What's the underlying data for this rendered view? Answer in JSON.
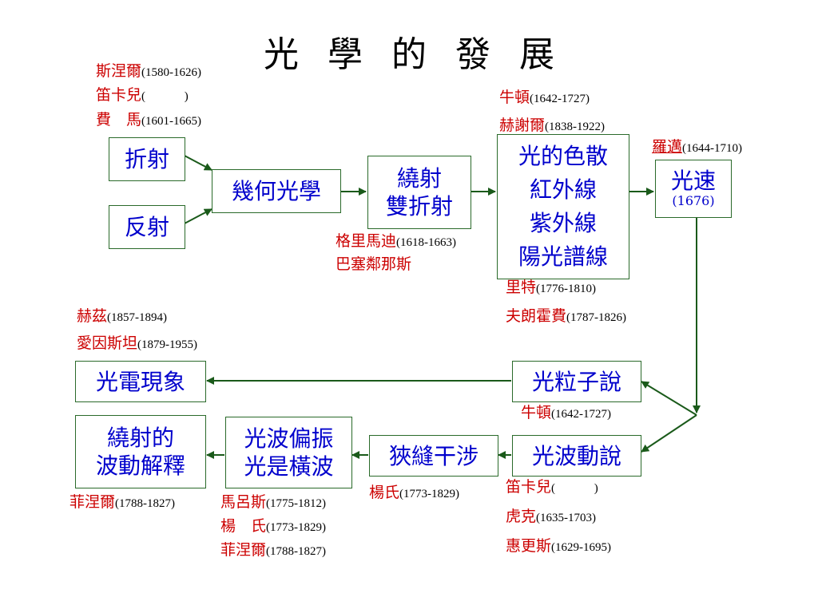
{
  "title": [
    "光",
    "學",
    "的",
    "發",
    "展"
  ],
  "boxes": {
    "refraction": "折射",
    "reflection": "反射",
    "geometric_optics": "幾何光學",
    "diffraction": [
      "繞射",
      "雙折射"
    ],
    "dispersion": [
      "光的色散",
      "紅外線",
      "紫外線",
      "陽光譜線"
    ],
    "light_speed": {
      "label": "光速",
      "year": "(1676)"
    },
    "particle_theory": "光粒子說",
    "photoelectric": "光電現象",
    "wave_theory": "光波動說",
    "slit_interference": "狹縫干涉",
    "polarization": [
      "光波偏振",
      "光是橫波"
    ],
    "diffraction_wave": [
      "繞射的",
      "波動解釋"
    ]
  },
  "people": {
    "snell": {
      "name": "斯涅爾",
      "years": "(1580-1626)"
    },
    "descartes_top": {
      "name": "笛卡兒",
      "years": "(             )"
    },
    "fermat": {
      "name": "費　馬",
      "years": "(1601-1665)"
    },
    "newton_top": {
      "name": "牛頓",
      "years": "(1642-1727)"
    },
    "herschel": {
      "name": "赫謝爾",
      "years": "(1838-1922)"
    },
    "roemer": {
      "name": "羅邁",
      "years": "(1644-1710)"
    },
    "grimaldi": {
      "name": "格里馬迪",
      "years": "(1618-1663)"
    },
    "bartholin": {
      "name": "巴塞鄰那斯",
      "years": ""
    },
    "ritter": {
      "name": "里特",
      "years": "(1776-1810)"
    },
    "fraunhofer": {
      "name": "夫朗霍費",
      "years": "(1787-1826)"
    },
    "hertz": {
      "name": "赫茲",
      "years": "(1857-1894)"
    },
    "einstein": {
      "name": "愛因斯坦",
      "years": "(1879-1955)"
    },
    "newton_mid": {
      "name": "牛頓",
      "years": "(1642-1727)"
    },
    "descartes_bottom": {
      "name": "笛卡兒",
      "years": "(             )"
    },
    "hooke": {
      "name": "虎克",
      "years": "(1635-1703)"
    },
    "huygens": {
      "name": "惠更斯",
      "years": "(1629-1695)"
    },
    "young_mid": {
      "name": "楊氏",
      "years": "(1773-1829)"
    },
    "malus": {
      "name": "馬呂斯",
      "years": "(1775-1812)"
    },
    "young_bottom": {
      "name": "楊　氏",
      "years": "(1773-1829)"
    },
    "fresnel_mid": {
      "name": "菲涅爾",
      "years": "(1788-1827)"
    },
    "fresnel_left": {
      "name": "菲涅爾",
      "years": "(1788-1827)"
    }
  },
  "colors": {
    "box_border": "#2a6a2a",
    "box_text": "#0000cc",
    "name_text": "#cc0000",
    "arrow": "#1a5a1a"
  }
}
